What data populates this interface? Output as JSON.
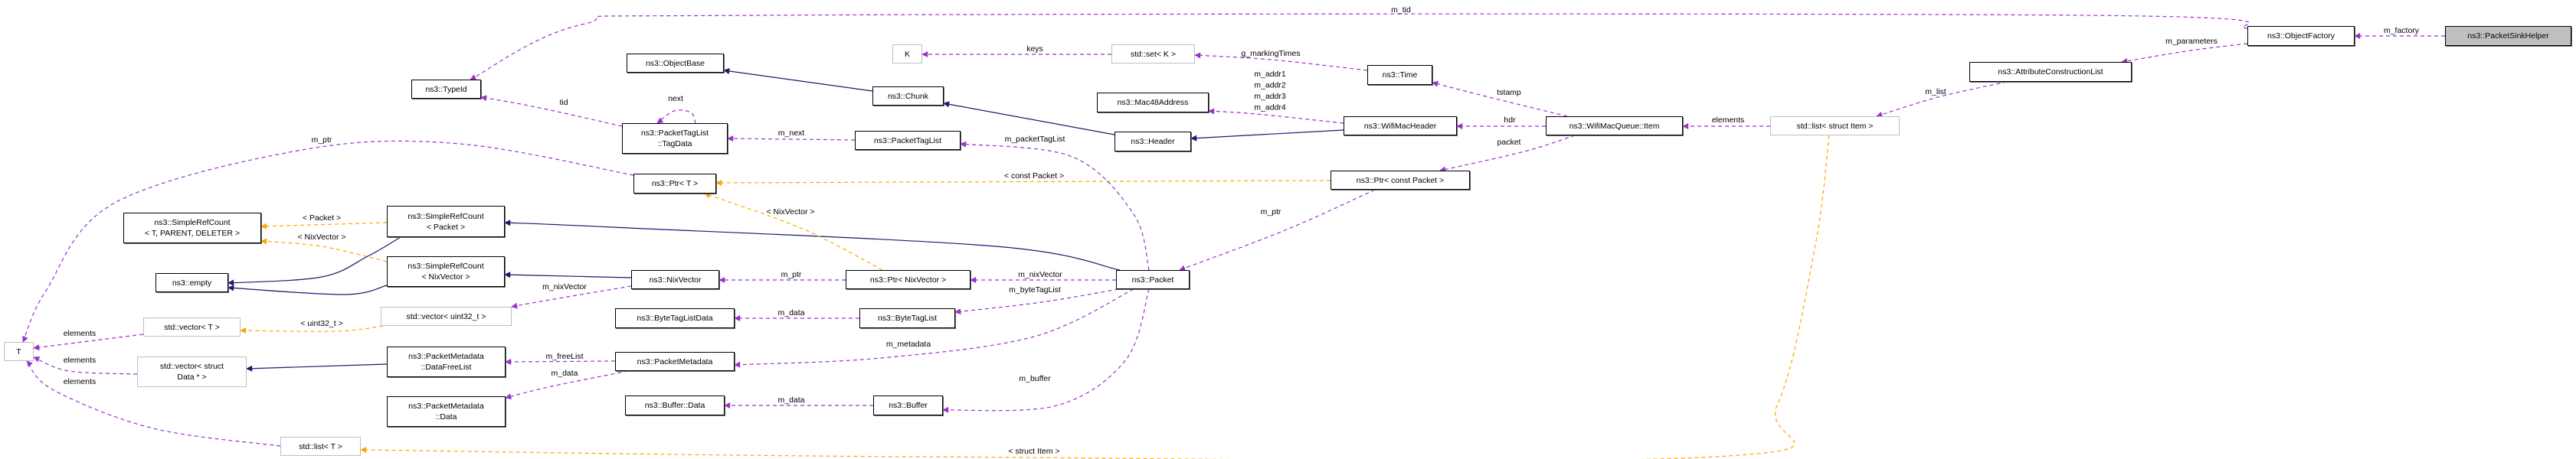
{
  "colors": {
    "usage": "#9a32cd",
    "inheritance": "#191970",
    "template": "#ffa500",
    "undocumented_border": "#bfbfbf",
    "main_fill": "#bfbfbf"
  },
  "nodes": [
    {
      "id": "psh",
      "label": "ns3::PacketSinkHelper",
      "style": "main"
    },
    {
      "id": "of",
      "label": "ns3::ObjectFactory",
      "style": "normal"
    },
    {
      "id": "acl",
      "label": "ns3::AttributeConstructionList",
      "style": "normal"
    },
    {
      "id": "listItem",
      "label": "std::list< struct Item >",
      "style": "undoc"
    },
    {
      "id": "item",
      "label": "ns3::WifiMacQueue::Item",
      "style": "normal"
    },
    {
      "id": "wmh",
      "label": "ns3::WifiMacHeader",
      "style": "normal"
    },
    {
      "id": "time",
      "label": "ns3::Time",
      "style": "normal"
    },
    {
      "id": "ptrcp",
      "label": "ns3::Ptr< const Packet >",
      "style": "normal"
    },
    {
      "id": "mac48",
      "label": "ns3::Mac48Address",
      "style": "normal"
    },
    {
      "id": "header",
      "label": "ns3::Header",
      "style": "normal"
    },
    {
      "id": "chunk",
      "label": "ns3::Chunk",
      "style": "normal"
    },
    {
      "id": "objbase",
      "label": "ns3::ObjectBase",
      "style": "normal"
    },
    {
      "id": "setK",
      "label": "std::set< K >",
      "style": "undoc"
    },
    {
      "id": "K",
      "label": "K",
      "style": "undoc"
    },
    {
      "id": "packet",
      "label": "ns3::Packet",
      "style": "normal"
    },
    {
      "id": "ptl",
      "label": "ns3::PacketTagList",
      "style": "normal"
    },
    {
      "id": "tagdata",
      "label": "ns3::PacketTagList\n::TagData",
      "style": "normal"
    },
    {
      "id": "typeid",
      "label": "ns3::TypeId",
      "style": "normal"
    },
    {
      "id": "ptrT",
      "label": "ns3::Ptr< T >",
      "style": "normal"
    },
    {
      "id": "ptrnv",
      "label": "ns3::Ptr< NixVector >",
      "style": "normal"
    },
    {
      "id": "nixv",
      "label": "ns3::NixVector",
      "style": "normal"
    },
    {
      "id": "btl",
      "label": "ns3::ByteTagList",
      "style": "normal"
    },
    {
      "id": "btld",
      "label": "ns3::ByteTagListData",
      "style": "normal"
    },
    {
      "id": "pmd",
      "label": "ns3::PacketMetadata",
      "style": "normal"
    },
    {
      "id": "buffer",
      "label": "ns3::Buffer",
      "style": "normal"
    },
    {
      "id": "bufdata",
      "label": "ns3::Buffer::Data",
      "style": "normal"
    },
    {
      "id": "srcP",
      "label": "ns3::SimpleRefCount\n< Packet >",
      "style": "normal"
    },
    {
      "id": "srcN",
      "label": "ns3::SimpleRefCount\n< NixVector >",
      "style": "normal"
    },
    {
      "id": "srcT",
      "label": "ns3::SimpleRefCount\n< T, PARENT, DELETER >",
      "style": "normal"
    },
    {
      "id": "empty",
      "label": "ns3::empty",
      "style": "normal"
    },
    {
      "id": "vecU",
      "label": "std::vector< uint32_t >",
      "style": "undoc"
    },
    {
      "id": "vecT",
      "label": "std::vector< T >",
      "style": "undoc"
    },
    {
      "id": "T",
      "label": "T",
      "style": "undoc"
    },
    {
      "id": "vecD",
      "label": "std::vector< struct\nData * >",
      "style": "undoc"
    },
    {
      "id": "dfl",
      "label": "ns3::PacketMetadata\n::DataFreeList",
      "style": "normal"
    },
    {
      "id": "pmdData",
      "label": "ns3::PacketMetadata\n::Data",
      "style": "normal"
    },
    {
      "id": "listT",
      "label": "std::list< T >",
      "style": "undoc"
    }
  ],
  "edges": [
    {
      "from": "psh",
      "to": "of",
      "kind": "usage",
      "label": "m_factory"
    },
    {
      "from": "of",
      "to": "typeid",
      "kind": "usage",
      "label": "m_tid"
    },
    {
      "from": "of",
      "to": "acl",
      "kind": "usage",
      "label": "m_parameters"
    },
    {
      "from": "acl",
      "to": "listItem",
      "kind": "usage",
      "label": "m_list"
    },
    {
      "from": "listItem",
      "to": "item",
      "kind": "usage",
      "label": "elements"
    },
    {
      "from": "listItem",
      "to": "listT",
      "kind": "template",
      "label": "< struct Item >"
    },
    {
      "from": "item",
      "to": "wmh",
      "kind": "usage",
      "label": "hdr"
    },
    {
      "from": "item",
      "to": "time",
      "kind": "usage",
      "label": "tstamp"
    },
    {
      "from": "item",
      "to": "ptrcp",
      "kind": "usage",
      "label": "packet"
    },
    {
      "from": "ptrcp",
      "to": "ptrT",
      "kind": "template",
      "label": "< const Packet >"
    },
    {
      "from": "ptrcp",
      "to": "packet",
      "kind": "usage",
      "label": "m_ptr"
    },
    {
      "from": "wmh",
      "to": "mac48",
      "kind": "usage",
      "label": "m_addr1\nm_addr2\nm_addr3\nm_addr4"
    },
    {
      "from": "wmh",
      "to": "header",
      "kind": "inheritance",
      "label": ""
    },
    {
      "from": "header",
      "to": "chunk",
      "kind": "inheritance",
      "label": ""
    },
    {
      "from": "chunk",
      "to": "objbase",
      "kind": "inheritance",
      "label": ""
    },
    {
      "from": "time",
      "to": "setK",
      "kind": "usage",
      "label": "g_markingTimes"
    },
    {
      "from": "setK",
      "to": "K",
      "kind": "usage",
      "label": "keys"
    },
    {
      "from": "packet",
      "to": "ptl",
      "kind": "usage",
      "label": "m_packetTagList"
    },
    {
      "from": "packet",
      "to": "ptrnv",
      "kind": "usage",
      "label": "m_nixVector"
    },
    {
      "from": "packet",
      "to": "btl",
      "kind": "usage",
      "label": "m_byteTagList"
    },
    {
      "from": "packet",
      "to": "pmd",
      "kind": "usage",
      "label": "m_metadata"
    },
    {
      "from": "packet",
      "to": "buffer",
      "kind": "usage",
      "label": "m_buffer"
    },
    {
      "from": "packet",
      "to": "srcP",
      "kind": "inheritance",
      "label": ""
    },
    {
      "from": "ptl",
      "to": "tagdata",
      "kind": "usage",
      "label": "m_next"
    },
    {
      "from": "tagdata",
      "to": "tagdata",
      "kind": "usage",
      "label": "next"
    },
    {
      "from": "tagdata",
      "to": "typeid",
      "kind": "usage",
      "label": "tid"
    },
    {
      "from": "ptrT",
      "to": "T",
      "kind": "usage",
      "label": "m_ptr"
    },
    {
      "from": "ptrnv",
      "to": "nixv",
      "kind": "usage",
      "label": "m_ptr"
    },
    {
      "from": "ptrnv",
      "to": "ptrT",
      "kind": "template",
      "label": "< NixVector >"
    },
    {
      "from": "nixv",
      "to": "srcN",
      "kind": "inheritance",
      "label": ""
    },
    {
      "from": "nixv",
      "to": "vecU",
      "kind": "usage",
      "label": "m_nixVector"
    },
    {
      "from": "srcP",
      "to": "srcT",
      "kind": "template",
      "label": "< Packet >"
    },
    {
      "from": "srcN",
      "to": "srcT",
      "kind": "template",
      "label": "< NixVector >"
    },
    {
      "from": "srcP",
      "to": "empty",
      "kind": "inheritance",
      "label": ""
    },
    {
      "from": "srcN",
      "to": "empty",
      "kind": "inheritance",
      "label": ""
    },
    {
      "from": "vecU",
      "to": "vecT",
      "kind": "template",
      "label": "< uint32_t >"
    },
    {
      "from": "vecT",
      "to": "T",
      "kind": "usage",
      "label": "elements"
    },
    {
      "from": "vecD",
      "to": "T",
      "kind": "usage",
      "label": "elements"
    },
    {
      "from": "listT",
      "to": "T",
      "kind": "usage",
      "label": "elements"
    },
    {
      "from": "dfl",
      "to": "vecD",
      "kind": "inheritance",
      "label": ""
    },
    {
      "from": "pmd",
      "to": "dfl",
      "kind": "usage",
      "label": "m_freeList"
    },
    {
      "from": "pmd",
      "to": "pmdData",
      "kind": "usage",
      "label": "m_data"
    },
    {
      "from": "btl",
      "to": "btld",
      "kind": "usage",
      "label": "m_data"
    },
    {
      "from": "buffer",
      "to": "bufdata",
      "kind": "usage",
      "label": "m_data"
    }
  ]
}
